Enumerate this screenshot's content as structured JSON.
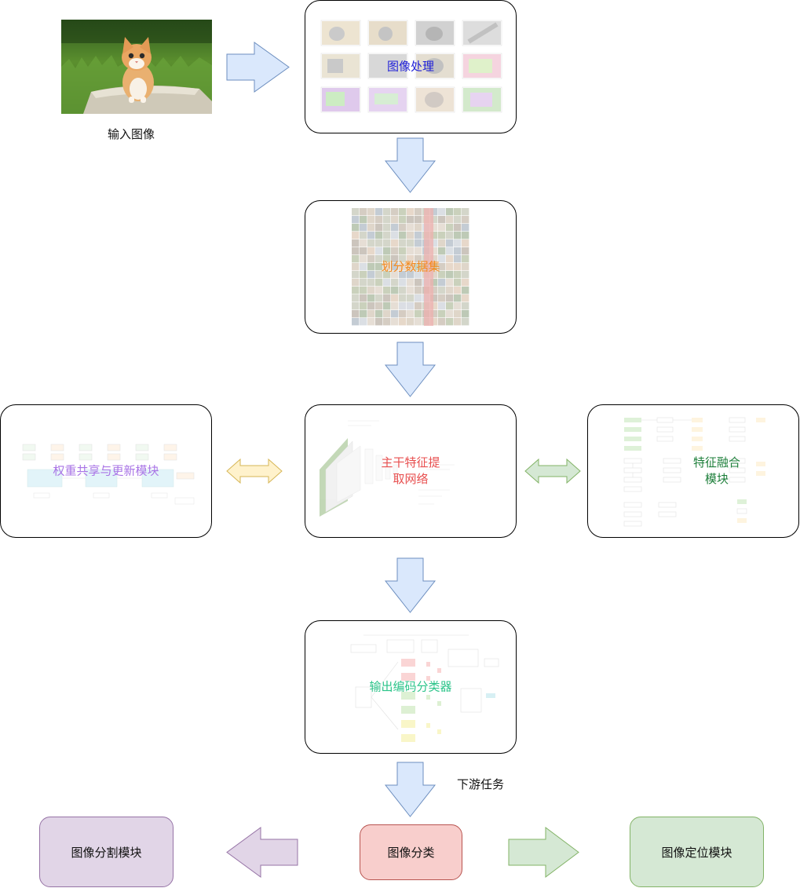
{
  "input": {
    "label": "输入图像"
  },
  "nodes": {
    "preprocess": {
      "label": "图像处理",
      "color": "#1f1fd9"
    },
    "split": {
      "label": "划分数据集",
      "color": "#f58a1c"
    },
    "backbone": {
      "label": "主干特征提\n取网络",
      "color": "#e85050"
    },
    "weight_share": {
      "label": "权重共享与更新模块",
      "color": "#a974e6"
    },
    "fusion": {
      "label": "特征融合\n模块",
      "color": "#1e7f3b"
    },
    "classifier": {
      "label": "输出编码分类器",
      "color": "#2cc48a"
    }
  },
  "downstream_label": "下游任务",
  "tasks": {
    "classification": {
      "label": "图像分类",
      "fill": "#f8cecc",
      "stroke": "#b85450"
    },
    "segmentation": {
      "label": "图像分割模块",
      "fill": "#e1d5e7",
      "stroke": "#9673a6"
    },
    "localization": {
      "label": "图像定位模块",
      "fill": "#d5e8d4",
      "stroke": "#82b366"
    }
  },
  "arrow_colors": {
    "blue": {
      "fill": "#dae8fc",
      "stroke": "#6c8ebf"
    },
    "yellow": {
      "fill": "#fff2cc",
      "stroke": "#d6b656"
    },
    "green": {
      "fill": "#d5e8d4",
      "stroke": "#82b366"
    },
    "purple": {
      "fill": "#e1d5e7",
      "stroke": "#9673a6"
    }
  }
}
